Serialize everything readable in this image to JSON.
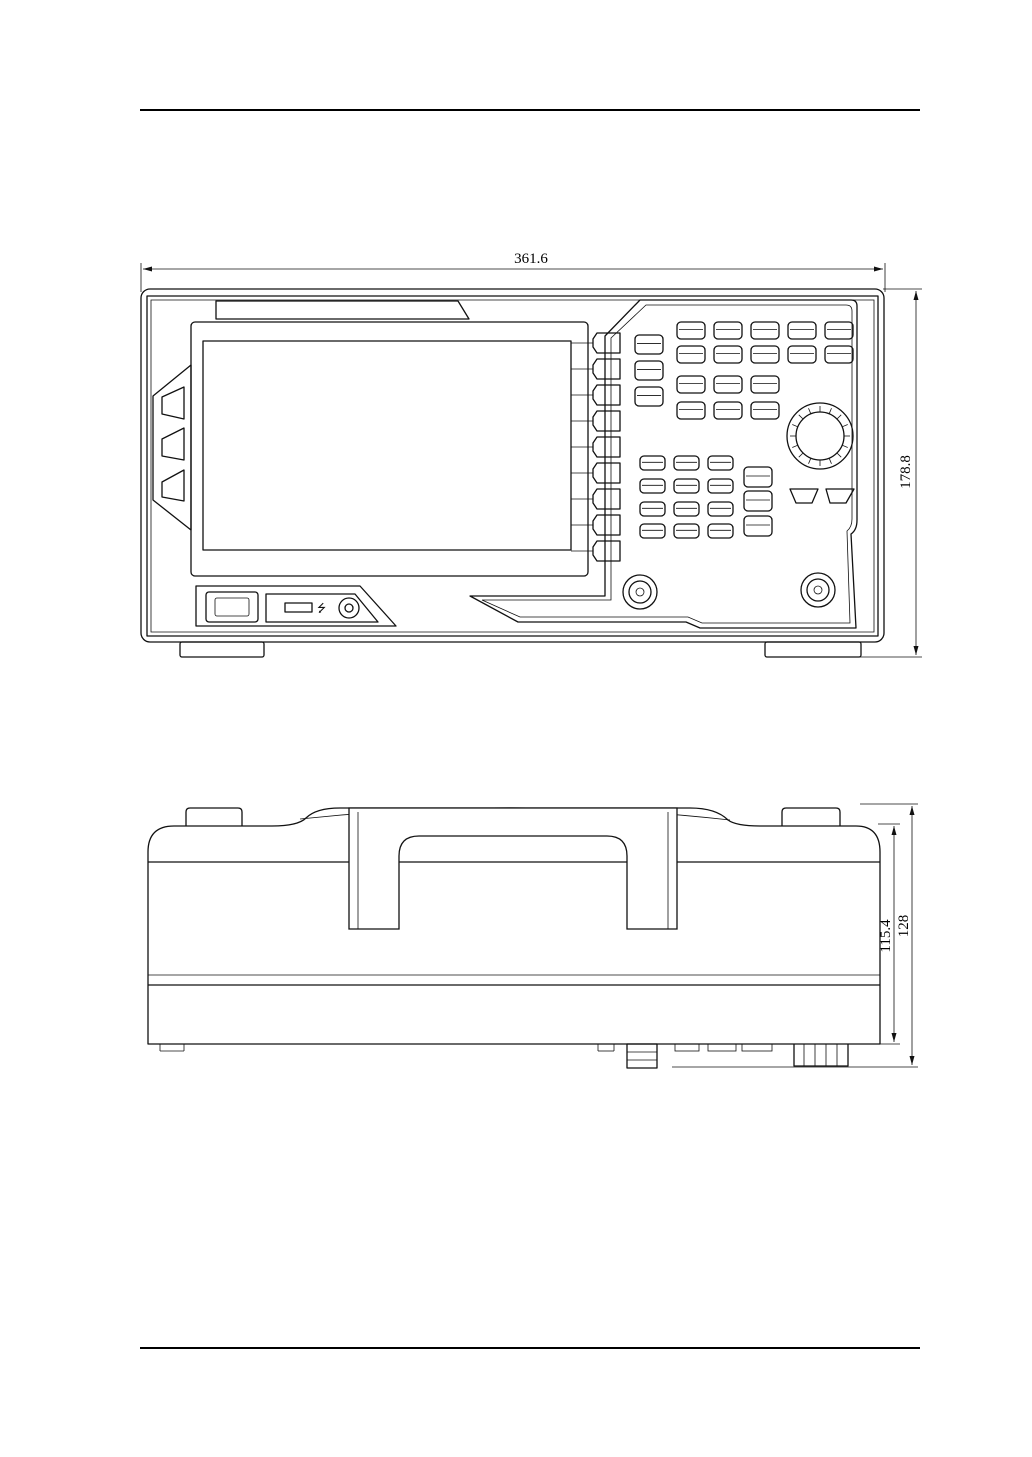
{
  "dimensions": {
    "width": "361.6",
    "height": "178.8",
    "depth_body": "115.4",
    "depth_total": "128"
  },
  "colors": {
    "line": "#111111",
    "background": "#ffffff"
  }
}
